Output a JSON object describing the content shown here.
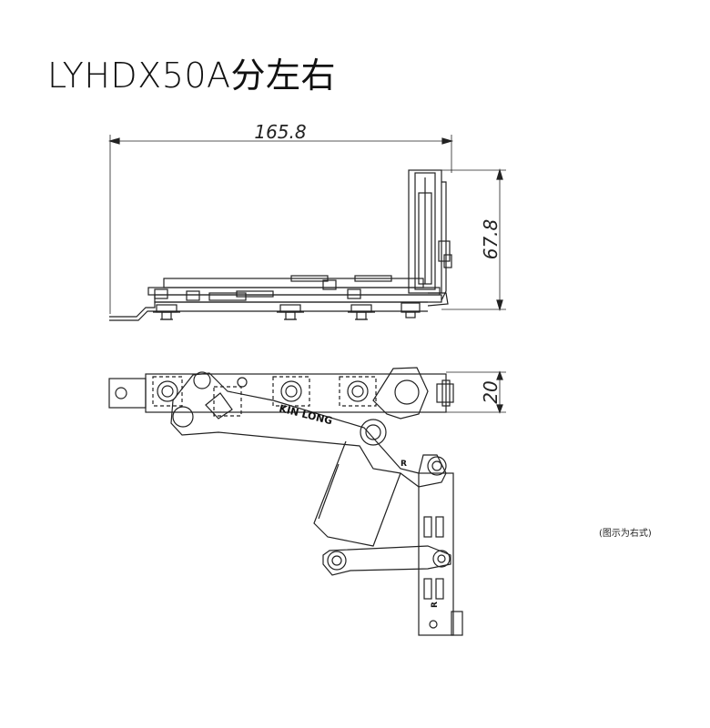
{
  "title": "LYHDX50A分左右",
  "dimensions": {
    "overall_length": "165.8",
    "height": "67.8",
    "width": "20"
  },
  "markings": {
    "brand": "KIN LONG",
    "side_mark": "R"
  },
  "note": "(图示为右式)"
}
